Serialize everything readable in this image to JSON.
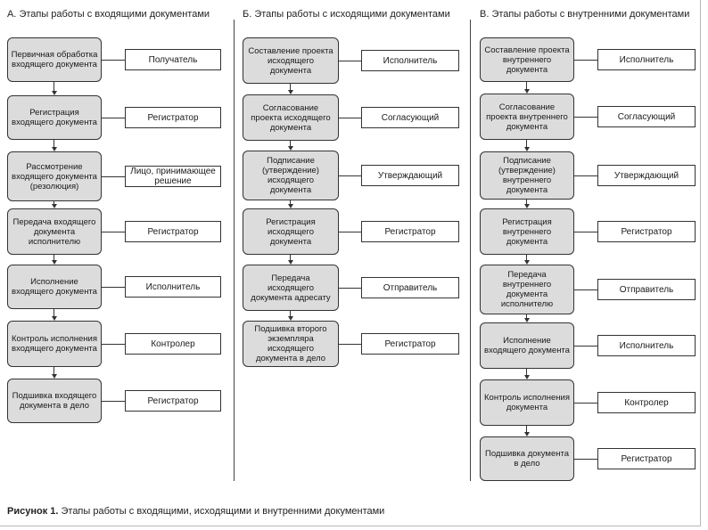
{
  "columns": [
    {
      "title": "А. Этапы работы с входящими документами",
      "steps": [
        {
          "text": "Первичная обработка\nвходящего документа",
          "role": "Получатель"
        },
        {
          "text": "Регистрация\nвходящего документа",
          "role": "Регистратор"
        },
        {
          "text": "Рассмотрение\nвходящего документа\n(резолюция)",
          "role": "Лицо, принимающее\nрешение"
        },
        {
          "text": "Передача входящего\nдокумента\nисполнителю",
          "role": "Регистратор"
        },
        {
          "text": "Исполнение\nвходящего документа",
          "role": "Исполнитель"
        },
        {
          "text": "Контроль исполнения\nвходящего документа",
          "role": "Контролер"
        },
        {
          "text": "Подшивка входящего\nдокумента в дело",
          "role": "Регистратор"
        }
      ]
    },
    {
      "title": "Б. Этапы работы с исходящими документами",
      "steps": [
        {
          "text": "Составление проекта\nисходящего\nдокумента",
          "role": "Исполнитель"
        },
        {
          "text": "Согласование\nпроекта исходящего\nдокумента",
          "role": "Согласующий"
        },
        {
          "text": "Подписание\n(утверждение)\nисходящего\nдокумента",
          "role": "Утверждающий"
        },
        {
          "text": "Регистрация\nисходящего\nдокумента",
          "role": "Регистратор"
        },
        {
          "text": "Передача\nисходящего\nдокумента адресату",
          "role": "Отправитель"
        },
        {
          "text": "Подшивка второго\nэкземпляра\nисходящего\nдокумента в дело",
          "role": "Регистратор"
        }
      ]
    },
    {
      "title": "В. Этапы работы с внутренними документами",
      "steps": [
        {
          "text": "Составление проекта\nвнутреннего\nдокумента",
          "role": "Исполнитель"
        },
        {
          "text": "Согласование\nпроекта внутреннего\nдокумента",
          "role": "Согласующий"
        },
        {
          "text": "Подписание\n(утверждение)\nвнутреннего\nдокумента",
          "role": "Утверждающий"
        },
        {
          "text": "Регистрация\nвнутреннего\nдокумента",
          "role": "Регистратор"
        },
        {
          "text": "Передача\nвнутреннего\nдокумента\nисполнителю",
          "role": "Отправитель"
        },
        {
          "text": "Исполнение\nвходящего документа",
          "role": "Исполнитель"
        },
        {
          "text": "Контроль исполнения\nдокумента",
          "role": "Контролер"
        },
        {
          "text": "Подшивка документа\nв дело",
          "role": "Регистратор"
        }
      ]
    }
  ],
  "caption": {
    "label": "Рисунок 1.",
    "text": " Этапы работы с входящими, исходящими и внутренними документами"
  }
}
